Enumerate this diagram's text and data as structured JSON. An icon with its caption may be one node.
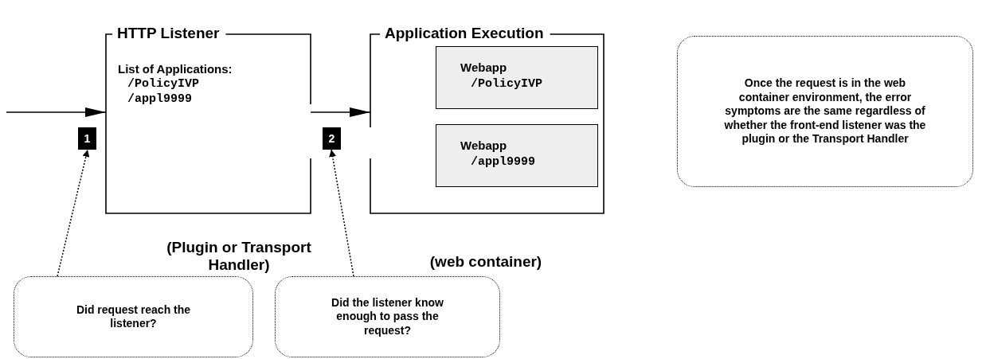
{
  "diagram": {
    "nodes": [
      {
        "text": [
          "HTTP Listener",
          "List of Applications:",
          "/PolicyIVP",
          "/appl9999"
        ]
      },
      {
        "text": [
          "Application Execution"
        ]
      },
      {
        "text": [
          "Webapp",
          "/PolicyIVP"
        ],
        "in": 1
      },
      {
        "text": [
          "Webapp",
          "/appl9999"
        ],
        "in": 1
      },
      {
        "text": [
          "Once the request is in the web container environment, the error symptoms are the same regardless of whether the front-end listener was the plugin or the Transport Handler"
        ]
      },
      {
        "text": [
          "1"
        ]
      },
      {
        "text": [
          "2"
        ]
      },
      {
        "text": [
          "Did request reach the listener?"
        ]
      },
      {
        "text": [
          "Did the listener know enough to pass the request?"
        ]
      }
    ],
    "edges": [
      {
        "from": null,
        "to": 0,
        "arrow": "to"
      },
      {
        "from": 0,
        "to": 1,
        "arrow": "to"
      },
      {
        "from": 7,
        "to": 5,
        "arrow": "to",
        "style": "dashed"
      },
      {
        "from": 8,
        "to": 6,
        "arrow": "to",
        "style": "dashed"
      }
    ],
    "labels": [
      "(Plugin or Transport Handler)",
      "(web container)"
    ]
  }
}
